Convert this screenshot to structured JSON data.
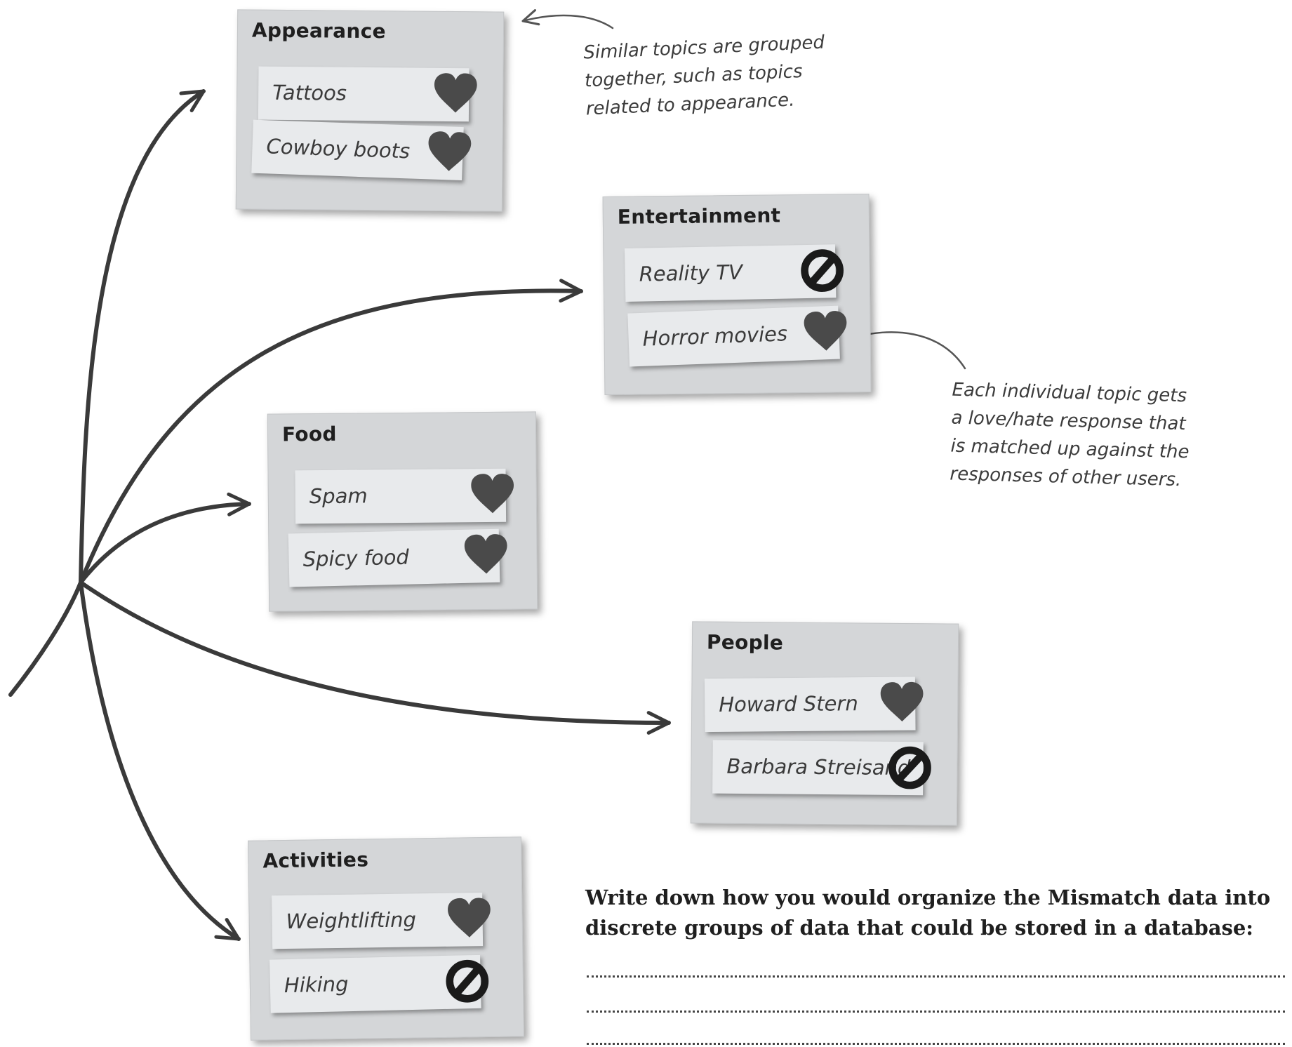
{
  "groups": [
    {
      "title": "Appearance",
      "topics": [
        {
          "label": "Tattoos",
          "response": "love",
          "icon": "heart-icon"
        },
        {
          "label": "Cowboy boots",
          "response": "love",
          "icon": "heart-icon"
        }
      ]
    },
    {
      "title": "Entertainment",
      "topics": [
        {
          "label": "Reality TV",
          "response": "hate",
          "icon": "prohibited-icon"
        },
        {
          "label": "Horror movies",
          "response": "love",
          "icon": "heart-icon"
        }
      ]
    },
    {
      "title": "Food",
      "topics": [
        {
          "label": "Spam",
          "response": "love",
          "icon": "heart-icon"
        },
        {
          "label": "Spicy food",
          "response": "love",
          "icon": "heart-icon"
        }
      ]
    },
    {
      "title": "People",
      "topics": [
        {
          "label": "Howard Stern",
          "response": "love",
          "icon": "heart-icon"
        },
        {
          "label": "Barbara Streisand",
          "response": "hate",
          "icon": "prohibited-icon"
        }
      ]
    },
    {
      "title": "Activities",
      "topics": [
        {
          "label": "Weightlifting",
          "response": "love",
          "icon": "heart-icon"
        },
        {
          "label": "Hiking",
          "response": "hate",
          "icon": "prohibited-icon"
        }
      ]
    }
  ],
  "annotations": {
    "grouped": [
      "Similar topics are grouped",
      "together, such as topics",
      "related to appearance."
    ],
    "love_hate": [
      "Each individual topic gets",
      "a love/hate response that",
      "is matched up against the",
      "responses of other users."
    ]
  },
  "exercise": {
    "prompt_lines": [
      "Write down how you would organize the Mismatch data into",
      "discrete groups of data that could be stored in a database:"
    ]
  },
  "colors": {
    "card_background": "#d4d6d8",
    "topic_background": "#e8eaec",
    "heart": "#4a4a4a",
    "prohibited": "#1a1a1a",
    "arrow": "#3a3a3a"
  }
}
